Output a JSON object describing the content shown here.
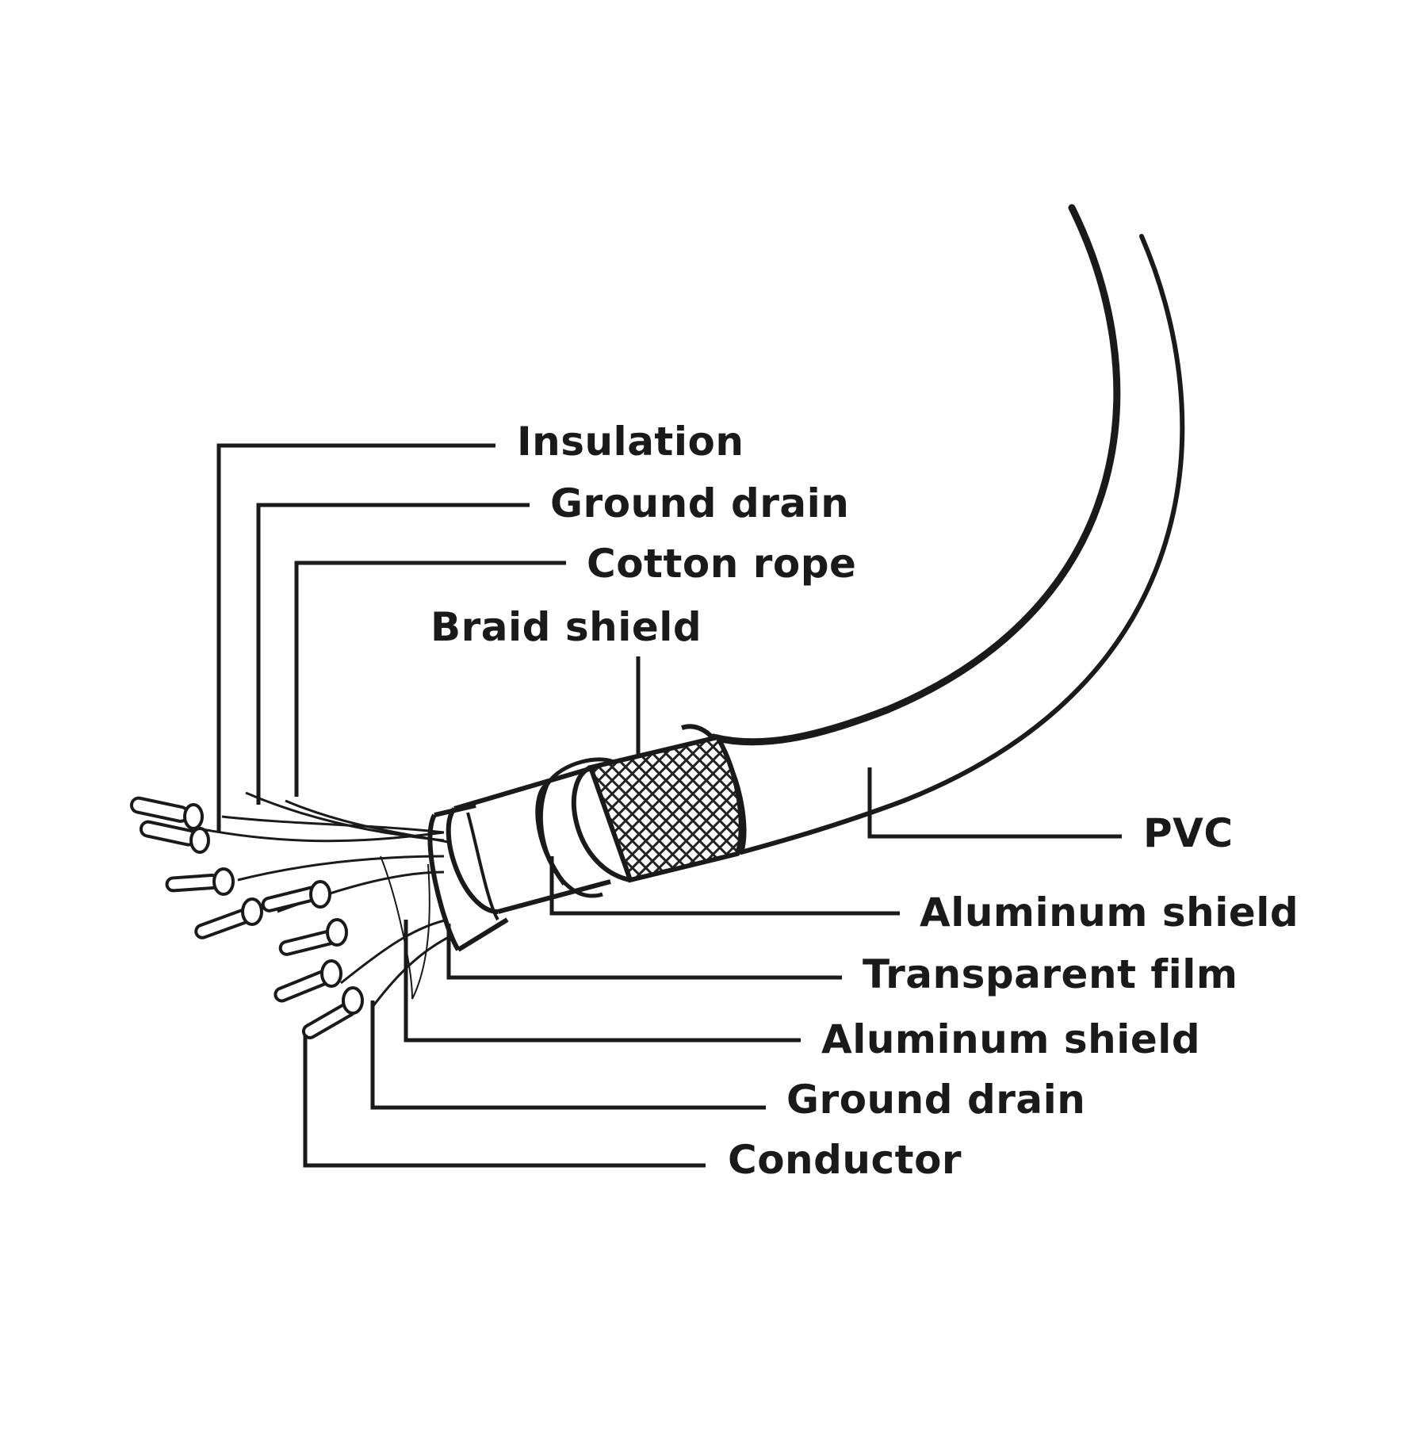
{
  "diagram": {
    "labels": {
      "insulation": "Insulation",
      "ground_drain_top": "Ground drain",
      "cotton_rope": "Cotton rope",
      "braid_shield": "Braid shield",
      "pvc": "PVC",
      "aluminum_shield_outer": "Aluminum shield",
      "transparent_film": "Transparent film",
      "aluminum_shield_inner": "Aluminum shield",
      "ground_drain_bottom": "Ground drain",
      "conductor": "Conductor"
    },
    "colors": {
      "line": "#1a1a1a",
      "background": "#ffffff"
    }
  }
}
